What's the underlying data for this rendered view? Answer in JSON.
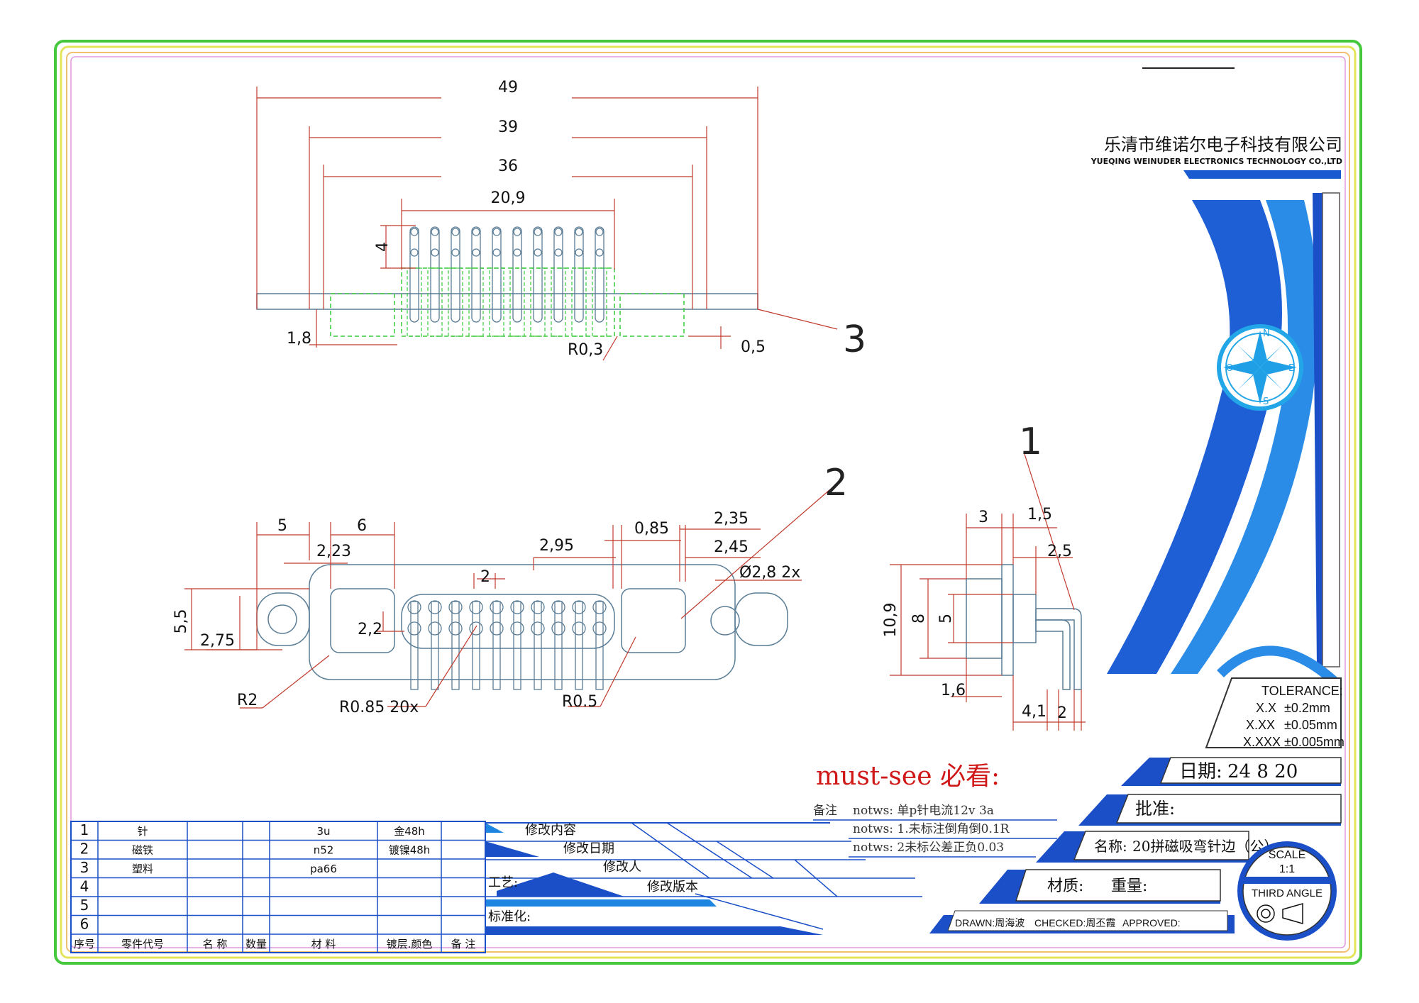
{
  "company": {
    "name_cn": "乐清市维诺尔电子科技有限公司",
    "name_en": "YUEQING WEINUDER ELECTRONICS TECHNOLOGY CO.,LTD"
  },
  "compass": {
    "n": "N",
    "s": "S",
    "e": "E",
    "w": "O"
  },
  "tolerance": {
    "title": "TOLERANCE:",
    "rows": [
      {
        "fmt": "X.X",
        "val": "±0.2mm"
      },
      {
        "fmt": "X.XX",
        "val": "±0.05mm"
      },
      {
        "fmt": "X.XXX",
        "val": "±0.005mm"
      }
    ]
  },
  "must_see": "must-see 必看:",
  "notes": {
    "label": "备注",
    "lines": [
      "notws: 单p针电流12v 3a",
      "notws: 1.未标注倒角倒0.1R",
      "notws: 2未标公差正负0.03"
    ]
  },
  "title_block": {
    "date_label": "日期:",
    "date_value": "24  8  20",
    "approve_label": "批准:",
    "name_label": "名称:",
    "name_value": "20拼磁吸弯针边（公）",
    "material_label": "材质:",
    "weight_label": "重量:",
    "drawn": "DRAWN:周海波",
    "checked": "CHECKED:周丕霞",
    "approved": "APPROVED:",
    "scale_label": "SCALE",
    "scale_value": "1:1",
    "angle": "THIRD ANGLE"
  },
  "revision": {
    "content": "修改内容",
    "date": "修改日期",
    "person": "修改人",
    "version": "修改版本",
    "process": "工艺:",
    "standard": "标准化:"
  },
  "bom": {
    "headers": [
      "序号",
      "零件代号",
      "名 称",
      "数量",
      "材  料",
      "镀层.颜色",
      "备 注"
    ],
    "rows": [
      {
        "no": "1",
        "code": "针",
        "name": "",
        "qty": "",
        "material": "3u",
        "plating": "金48h",
        "remark": ""
      },
      {
        "no": "2",
        "code": "磁铁",
        "name": "",
        "qty": "",
        "material": "n52",
        "plating": "镀镍48h",
        "remark": ""
      },
      {
        "no": "3",
        "code": "塑料",
        "name": "",
        "qty": "",
        "material": "pa66",
        "plating": "",
        "remark": ""
      },
      {
        "no": "4",
        "code": "",
        "name": "",
        "qty": "",
        "material": "",
        "plating": "",
        "remark": ""
      },
      {
        "no": "5",
        "code": "",
        "name": "",
        "qty": "",
        "material": "",
        "plating": "",
        "remark": ""
      },
      {
        "no": "6",
        "code": "",
        "name": "",
        "qty": "",
        "material": "",
        "plating": "",
        "remark": ""
      }
    ]
  },
  "dims": {
    "top": {
      "d49": "49",
      "d39": "39",
      "d36": "36",
      "d209": "20,9",
      "d4": "4",
      "d18": "1,8",
      "d05": "0,5",
      "r03": "R0,3",
      "callout": "3"
    },
    "front": {
      "d5": "5",
      "d6": "6",
      "d223": "2,23",
      "d295": "2,95",
      "d085": "0,85",
      "d235": "2,35",
      "d245": "2,45",
      "d2": "2",
      "phi": "Ø2,8  2x",
      "d55": "5,5",
      "d275": "2,75",
      "d22": "2,2",
      "r2": "R2",
      "r085": "R0.85  20x",
      "r05": "R0.5",
      "callout": "2"
    },
    "side": {
      "d3": "3",
      "d15": "1,5",
      "d25": "2,5",
      "d109": "10,9",
      "d8": "8",
      "d5": "5",
      "d16": "1,6",
      "d41": "4,1",
      "d2": "2",
      "callout": "1"
    }
  }
}
